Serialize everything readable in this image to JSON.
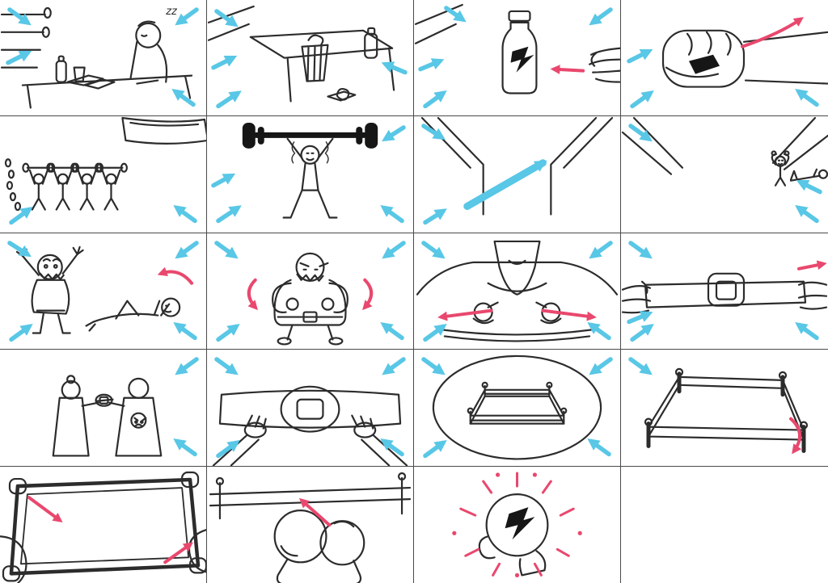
{
  "board": {
    "columns": 4,
    "rows": 5,
    "panel_count": 20,
    "type": "hand-drawn storyboard"
  },
  "colors": {
    "sketch": "#2c2c2c",
    "camera_arrow": "#59c7e6",
    "motion_arrow": "#e9486e",
    "logo": "#161616",
    "background": "#ffffff"
  },
  "sleep_text": "zz",
  "panels": [
    {
      "n": 1,
      "name": "sleeping-at-desk",
      "description": "Man asleep at his desk in a log cabin, head on his hand, papers and a shaker bottle on the desk, 'zz' above his head; cyan camera arrows push in from the edges",
      "camera_arrows": [
        "top-left-in",
        "top-right-in",
        "left-in",
        "bottom-right-in"
      ],
      "motion_arrows": []
    },
    {
      "n": 2,
      "name": "desk-and-waste-basket",
      "description": "Desk with a waste basket full of crumpled paper and a shaker bottle on top; cyan camera arrows push in",
      "camera_arrows": [
        "top-left-in",
        "left-in",
        "bottom-left-in",
        "right-in"
      ],
      "motion_arrows": []
    },
    {
      "n": 3,
      "name": "bottle-close-up",
      "description": "Close-up of the shaker bottle with a dark logo; a hand reaches in from the right, pink arrow points left toward the bottle",
      "camera_arrows": [
        "top-left-in",
        "top-right-in",
        "left-in",
        "bottom-left-in"
      ],
      "motion_arrows": [
        "toward-bottle-left"
      ]
    },
    {
      "n": 4,
      "name": "fist-grab",
      "description": "Extreme close-up of a fist grabbing the dark-labelled bottle, pink arrow curves up to the top right",
      "camera_arrows": [
        "left-in",
        "bottom-left-in",
        "bottom-right-in"
      ],
      "motion_arrows": [
        "curve-up-right"
      ]
    },
    {
      "n": 5,
      "name": "lifting-montage",
      "description": "Row of small ghosted figures lifting a barbell in stages beside the bed corner; cyan arrows at the bottom corners",
      "camera_arrows": [
        "bottom-left-in",
        "bottom-right-in"
      ],
      "motion_arrows": []
    },
    {
      "n": 6,
      "name": "overhead-press",
      "description": "Man straining to press a heavy barbell overhead, arms shaking with motion squiggles",
      "camera_arrows": [
        "left-in",
        "bottom-left-in",
        "top-right-in",
        "bottom-right-in"
      ],
      "motion_arrows": []
    },
    {
      "n": 7,
      "name": "corridor-travel",
      "description": "Empty corridor with converging walls; a large cyan arrow shows the camera travelling forward and up to the right",
      "camera_arrows": [
        "top-left-in",
        "bottom-left-in",
        "center-travel-up-right"
      ],
      "motion_arrows": []
    },
    {
      "n": 8,
      "name": "corridor-figures",
      "description": "Corridor with two tiny figures ahead: one flexing, one lying doing sit-ups",
      "camera_arrows": [
        "top-left-in",
        "right-in",
        "bottom-right-in"
      ],
      "motion_arrows": []
    },
    {
      "n": 9,
      "name": "surprise-situps",
      "description": "Big bearded man with raised hands surprises a man doing sit-ups who looks back over his shoulder; pink arrow curls at his head",
      "camera_arrows": [
        "top-left-in",
        "top-right-in",
        "bottom-left-in",
        "bottom-right-in"
      ],
      "motion_arrows": [
        "head-turn-curl"
      ]
    },
    {
      "n": 10,
      "name": "angry-flex",
      "description": "Angry bearded strongman flexing both arms; pink arrows curl beside each bicep",
      "camera_arrows": [
        "top-left-in",
        "top-right-in",
        "bottom-left-in",
        "bottom-right-in"
      ],
      "motion_arrows": [
        "left-bicep-curl",
        "right-bicep-curl"
      ]
    },
    {
      "n": 11,
      "name": "belt-thumb-point",
      "description": "Close-up of the strongman's chest and beard as he points both thumbs toward his championship belt; pink arrows point outward left and right",
      "camera_arrows": [
        "top-left-in",
        "top-right-in",
        "bottom-left-in",
        "bottom-right-in"
      ],
      "motion_arrows": [
        "point-out-left",
        "point-out-right"
      ]
    },
    {
      "n": 12,
      "name": "belt-buckle-close-up",
      "description": "Close-up of two hands holding the championship belt by its square buckle; pink arrow to the upper right",
      "camera_arrows": [
        "top-left-in",
        "left-in",
        "bottom-left-in",
        "bottom-right-in"
      ],
      "motion_arrows": [
        "pull-right"
      ]
    },
    {
      "n": 13,
      "name": "robed-figures-belt",
      "description": "Two robed figures seen from behind hold the belt between them; an angry face emblem is printed on the right robe",
      "camera_arrows": [
        "top-right-in",
        "bottom-right-in"
      ],
      "motion_arrows": []
    },
    {
      "n": 14,
      "name": "belt-held-wide",
      "description": "Both hands grip the championship belt stretched across frame, large oval buckle in the middle",
      "camera_arrows": [
        "top-left-in",
        "top-right-in",
        "bottom-left-in",
        "bottom-right-in"
      ],
      "motion_arrows": []
    },
    {
      "n": 15,
      "name": "ring-iris",
      "description": "Boxing ring shown inside a circular iris vignette",
      "camera_arrows": [
        "top-left-in",
        "top-right-in",
        "bottom-left-in",
        "bottom-right-in"
      ],
      "motion_arrows": []
    },
    {
      "n": 16,
      "name": "ring-wide",
      "description": "Wide view of the boxing ring with posts and ropes; pink arrow sweeps down on the right",
      "camera_arrows": [
        "top-left-in"
      ],
      "motion_arrows": [
        "sweep-down-right"
      ]
    },
    {
      "n": 17,
      "name": "ring-ropes-close",
      "description": "Looking across the ring ropes; pink arrows converge toward the middle as gloves enter from the edges",
      "camera_arrows": [],
      "motion_arrows": [
        "in-from-top-left",
        "up-from-bottom-right"
      ]
    },
    {
      "n": 18,
      "name": "gloves-meet",
      "description": "Two boxing gloves come together over the ring; pink arrow pushes up and to the left",
      "camera_arrows": [],
      "motion_arrows": [
        "push-up-left"
      ]
    },
    {
      "n": 19,
      "name": "glove-logo-hero",
      "description": "Single boxing glove bearing the dark logo, pink impact rays and dots radiating around it",
      "camera_arrows": [],
      "motion_arrows": [
        "impact-rays"
      ]
    },
    {
      "n": 20,
      "name": "empty",
      "description": "Empty panel",
      "camera_arrows": [],
      "motion_arrows": []
    }
  ]
}
